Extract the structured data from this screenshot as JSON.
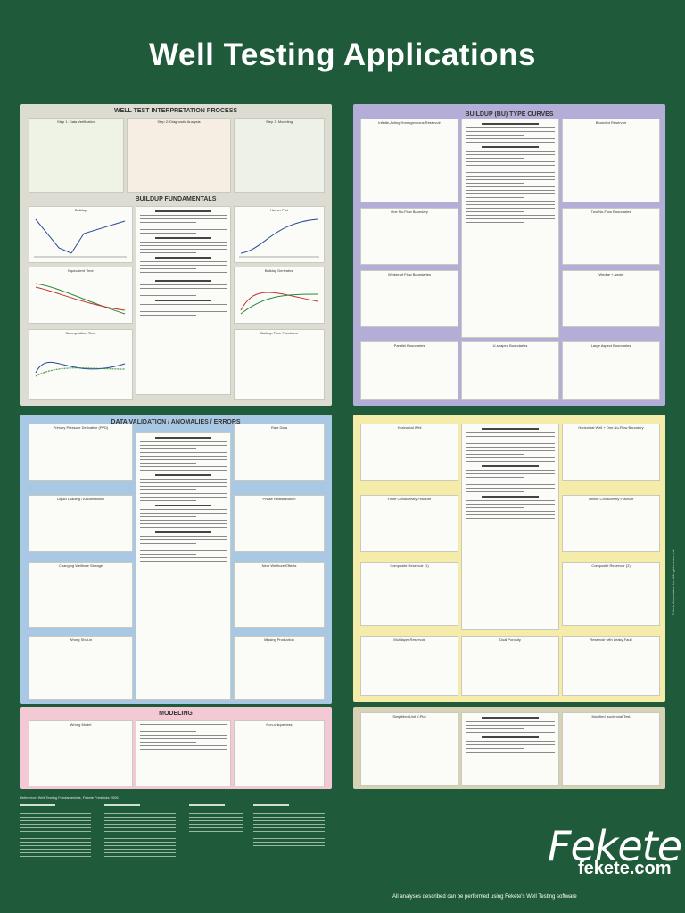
{
  "title": "Well Testing Applications",
  "sections": {
    "interpretation": "WELL TEST INTERPRETATION PROCESS",
    "buildup_fundamentals": "BUILDUP FUNDAMENTALS",
    "buildup_type_curves": "BUILDUP (BU) TYPE CURVES",
    "data_validation": "DATA VALIDATION / ANOMALIES / ERRORS",
    "modeling": "MODELING"
  },
  "interpretation_steps": [
    "Step 1: Data Verification",
    "Step 2: Diagnostic Analysis",
    "Step 3: Modeling"
  ],
  "fundamentals_cards": [
    "Buildup",
    "Horner Plot",
    "Equivalent Time",
    "Buildup Derivative",
    "Superposition Time",
    "Buildup Time Functions"
  ],
  "type_curve_cards": [
    "Infinite-Acting Homogeneous Reservoir",
    "Bounded Reservoir",
    "One No-Flow Boundary",
    "Two No-Flow Boundaries",
    "Wedge of Flow Boundaries",
    "Wedge + Angle",
    "Parallel Boundaries",
    "U-shaped Boundaries",
    "Large Aspect Boundaries",
    "Horizontal Well",
    "Horizontal Well + One No-Flow Boundary",
    "Finite Conductivity Fracture",
    "Infinite Conductivity Fracture",
    "Composite Reservoir (1)",
    "Composite Reservoir (2)",
    "Multilayer Reservoir",
    "Dual Porosity",
    "Reservoir with Leaky Fault",
    "Simplified Unit Y-Plot",
    "Modified Isochronal Test"
  ],
  "validation_cards": [
    "Primary Pressure Derivative (PPD)",
    "Rate Data",
    "Liquid Loading / Accumulation",
    "Phase Redistribution",
    "Changing Wellbore Storage",
    "Near Wellbore Effects",
    "Wrong Shut-in",
    "Missing Production"
  ],
  "modeling_cards": [
    "Wrong Model",
    "Non-uniqueness"
  ],
  "reference": "Reference: Well Testing Fundamentals, Fekete Fredricks 2006",
  "logo": {
    "word": "Fekete",
    "url": "fekete.com"
  },
  "tagline": "All analyses described can be performed using Fekete's Well Testing software",
  "side_note": "Fekete Associates Inc. All rights reserved."
}
